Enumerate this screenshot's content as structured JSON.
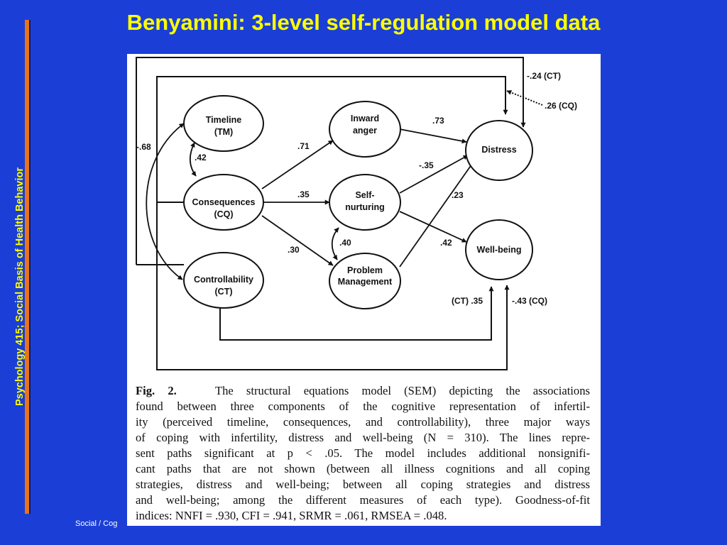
{
  "slide": {
    "title": "Benyamini: 3-level self-regulation model data",
    "side_label": "Psychology 415; Social Basis of Health Behavior",
    "footer": "Social / Cog"
  },
  "diagram": {
    "nodes": {
      "timeline": [
        "Timeline",
        "(TM)"
      ],
      "consequences": [
        "Consequences",
        "(CQ)"
      ],
      "controllability": [
        "Controllability",
        "(CT)"
      ],
      "inward_anger": [
        "Inward",
        "anger"
      ],
      "self_nurturing": [
        "Self-",
        "nurturing"
      ],
      "problem_management": [
        "Problem",
        "Management"
      ],
      "distress": [
        "Distress"
      ],
      "well_being": [
        "Well-being"
      ]
    },
    "coefficients": {
      "tm_ct": "-.68",
      "tm_cq": ".42",
      "cq_anger": ".71",
      "cq_nurturing": ".35",
      "cq_problem": ".30",
      "nurturing_problem": ".40",
      "anger_distress": ".73",
      "nurturing_distress": "-.35",
      "problem_distress": ".23",
      "nurturing_wellbeing": ".42",
      "ct_distress": "-.24 (CT)",
      "cq_distress": ".26 (CQ)",
      "ct_wellbeing": "(CT) .35",
      "cq_wellbeing": "-.43 (CQ)"
    }
  },
  "caption": {
    "label": "Fig. 2.",
    "lines": [
      "The structural equations model (SEM) depicting the associations",
      "found between three components of the cognitive representation of infertil-",
      "ity (perceived timeline, consequences, and controllability), three major ways",
      "of coping with infertility, distress and well-being (N = 310). The lines repre-",
      "sent paths significant at p < .05. The model includes additional nonsignifi-",
      "cant paths that are not shown (between all illness cognitions and all coping",
      "strategies, distress and well-being; between all coping strategies and distress",
      "and well-being; among the different measures of each type). Goodness-of-fit",
      "indices: NNFI = .930, CFI = .941, SRMR = .061, RMSEA = .048."
    ]
  }
}
